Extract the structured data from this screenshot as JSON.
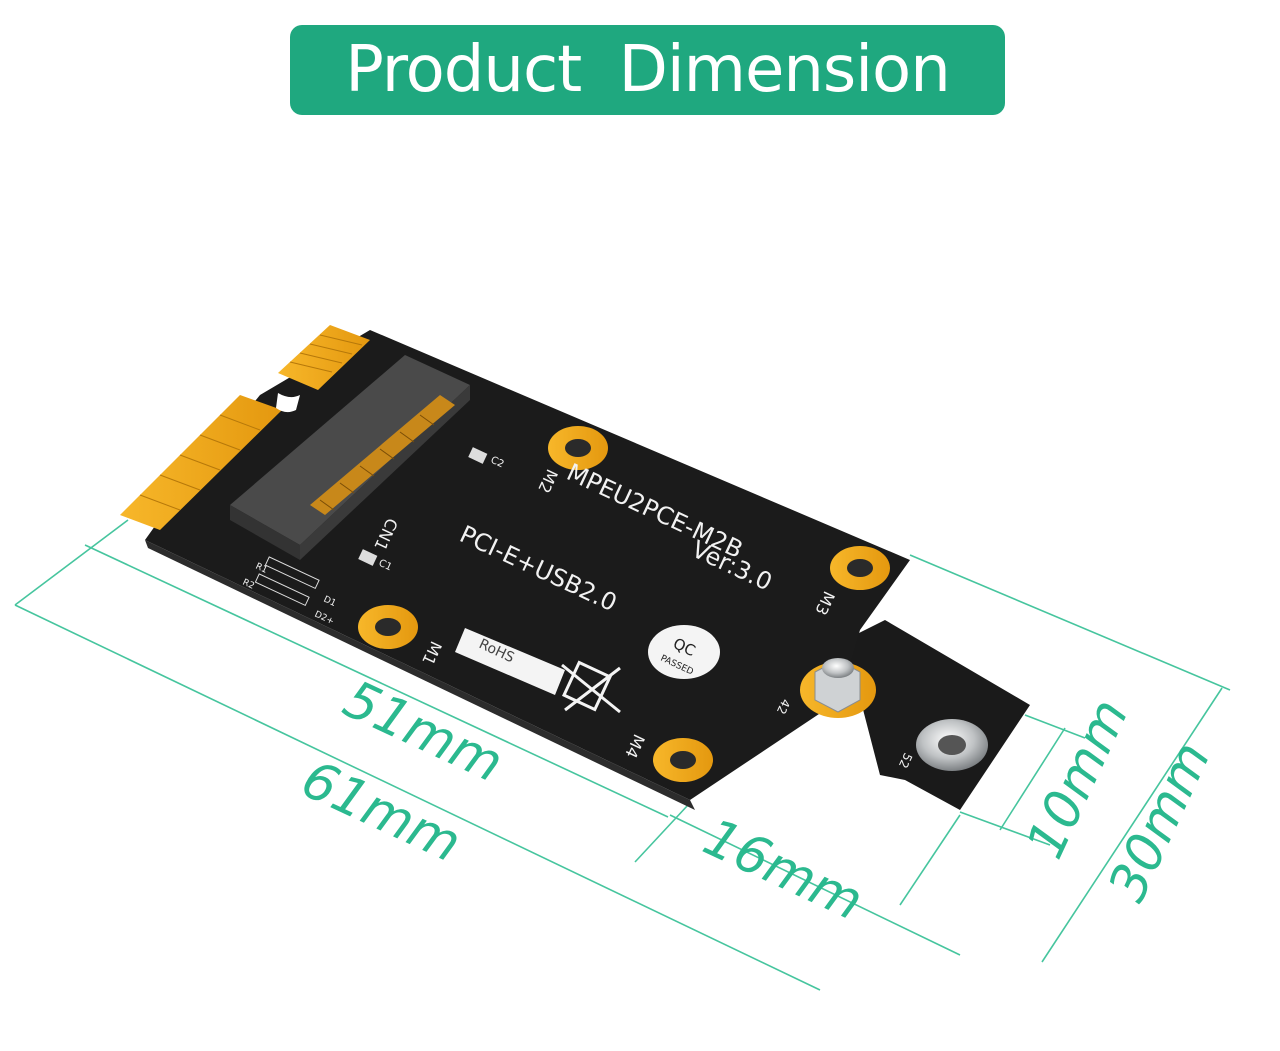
{
  "header": {
    "title": "Product Dimension"
  },
  "board": {
    "model": "MPEU2PCE-M2B",
    "version": "Ver:3.0",
    "interface": "PCI-E+USB2.0",
    "connector": "CN1",
    "mount_m1": "M1",
    "mount_m2": "M2",
    "mount_m3": "M3",
    "mount_m4": "M4",
    "standoff_42": "42",
    "standoff_52": "52",
    "cap_c1": "C1",
    "cap_c2": "C2",
    "res_r1": "R1",
    "res_r2": "R2",
    "diode_d1": "D1",
    "diode_d2": "D2+",
    "rohs": "RoHS",
    "qc_top": "QC",
    "qc_bottom": "PASSED"
  },
  "dimensions": {
    "main_length": "51mm",
    "total_length": "61mm",
    "tab_length": "16mm",
    "tab_width": "10mm",
    "board_width": "30mm"
  },
  "colors": {
    "banner": "#1fa87f",
    "dimension_line": "#3cc39a",
    "pcb": "#1b1b1b",
    "gold": "#f2a81c"
  }
}
